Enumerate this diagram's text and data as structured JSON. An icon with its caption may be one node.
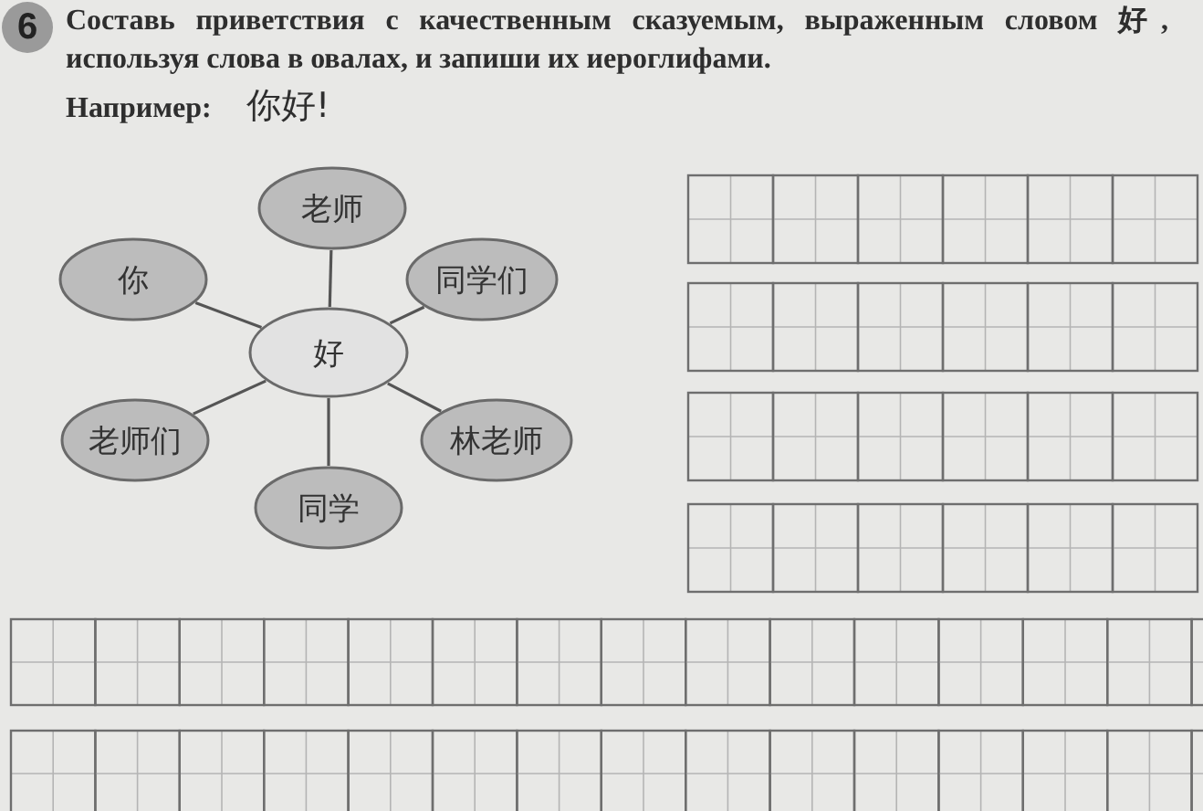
{
  "diagram": {
    "nodes": [
      {
        "text": [
          "老师"
        ]
      },
      {
        "text": [
          "你"
        ]
      },
      {
        "text": [
          "同学们"
        ]
      },
      {
        "text": [
          "好"
        ]
      },
      {
        "text": [
          "老师们"
        ]
      },
      {
        "text": [
          "林老师"
        ]
      },
      {
        "text": [
          "同学"
        ]
      }
    ],
    "edges": [
      {
        "from": 3,
        "to": 0,
        "arrow": "none"
      },
      {
        "from": 3,
        "to": 1,
        "arrow": "none"
      },
      {
        "from": 3,
        "to": 2,
        "arrow": "none"
      },
      {
        "from": 3,
        "to": 4,
        "arrow": "none"
      },
      {
        "from": 3,
        "to": 5,
        "arrow": "none"
      },
      {
        "from": 3,
        "to": 6,
        "arrow": "none"
      }
    ],
    "labels": [
      "6",
      "Составь приветствия с качественным сказуемым, выраженным словом 好, используя слова в овалах, и запиши их иероглифами.",
      "Например:",
      "你好!"
    ]
  }
}
